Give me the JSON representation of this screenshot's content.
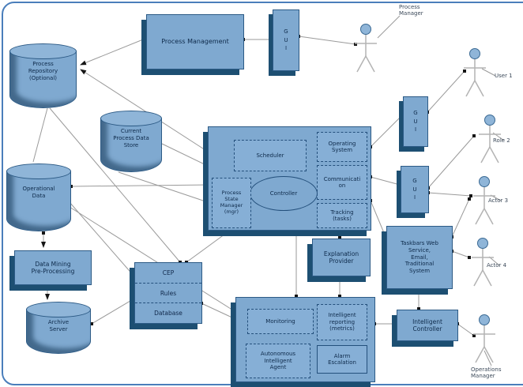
{
  "colors": {
    "box_fill": "#7fa9d0",
    "box_fill_light": "#8fb5d8",
    "shadow": "#1d4f72",
    "border": "#2c5a85",
    "connector": "#9a9a9a",
    "frame": "#4a7ebb",
    "text": "#0e2a4a"
  },
  "nodes": {
    "process_repository": {
      "label": "Process\nRepository\n(Optional)"
    },
    "process_management": {
      "label": "Process Management"
    },
    "gui_pm": {
      "label": "G\nU\nI"
    },
    "gui_user_top": {
      "label": "G\nU\nI"
    },
    "gui_user_mid": {
      "label": "G\nU\nI"
    },
    "central": {
      "scheduler": "Scheduler",
      "operating_system": "Operating\nSystem",
      "communication": "Communicati\non",
      "tracking": "Tracking\n(tasks)",
      "controller": "Controller",
      "process_state_manager": "Process\nState\nManager\n(mgr)"
    },
    "current_process_data_store": {
      "label": "Current\nProcess Data\nStore"
    },
    "operational_data": {
      "label": "Operational\nData"
    },
    "data_mining": {
      "label": "Data Mining\nPre-Processing"
    },
    "archive_server": {
      "label": "Archive\nServer"
    },
    "cep": {
      "sections": [
        "CEP",
        "Rules",
        "Database"
      ]
    },
    "explanation_provider": {
      "label": "Explanation\nProvider"
    },
    "agent_platform": {
      "monitoring": "Monitoring",
      "intelligent_reporting": "Intelligent\nreporting\n(metrics)",
      "autonomous_agent": "Autonomous\nIntelligent\nAgent",
      "alarm_escalation": "Alarm\nEscalation"
    },
    "task_interfaces": {
      "label": "Taskbars Web\nService,\nEmail,\nTraditional\nSystem"
    },
    "intelligent_controller": {
      "label": "Intelligent\nController"
    }
  },
  "actors": {
    "process_manager": "Process\nManager",
    "user1": "User 1",
    "role2": "Role 2",
    "actor3": "Actor 3",
    "actor4": "Actor 4",
    "operations_manager": "Operations\nManager"
  }
}
